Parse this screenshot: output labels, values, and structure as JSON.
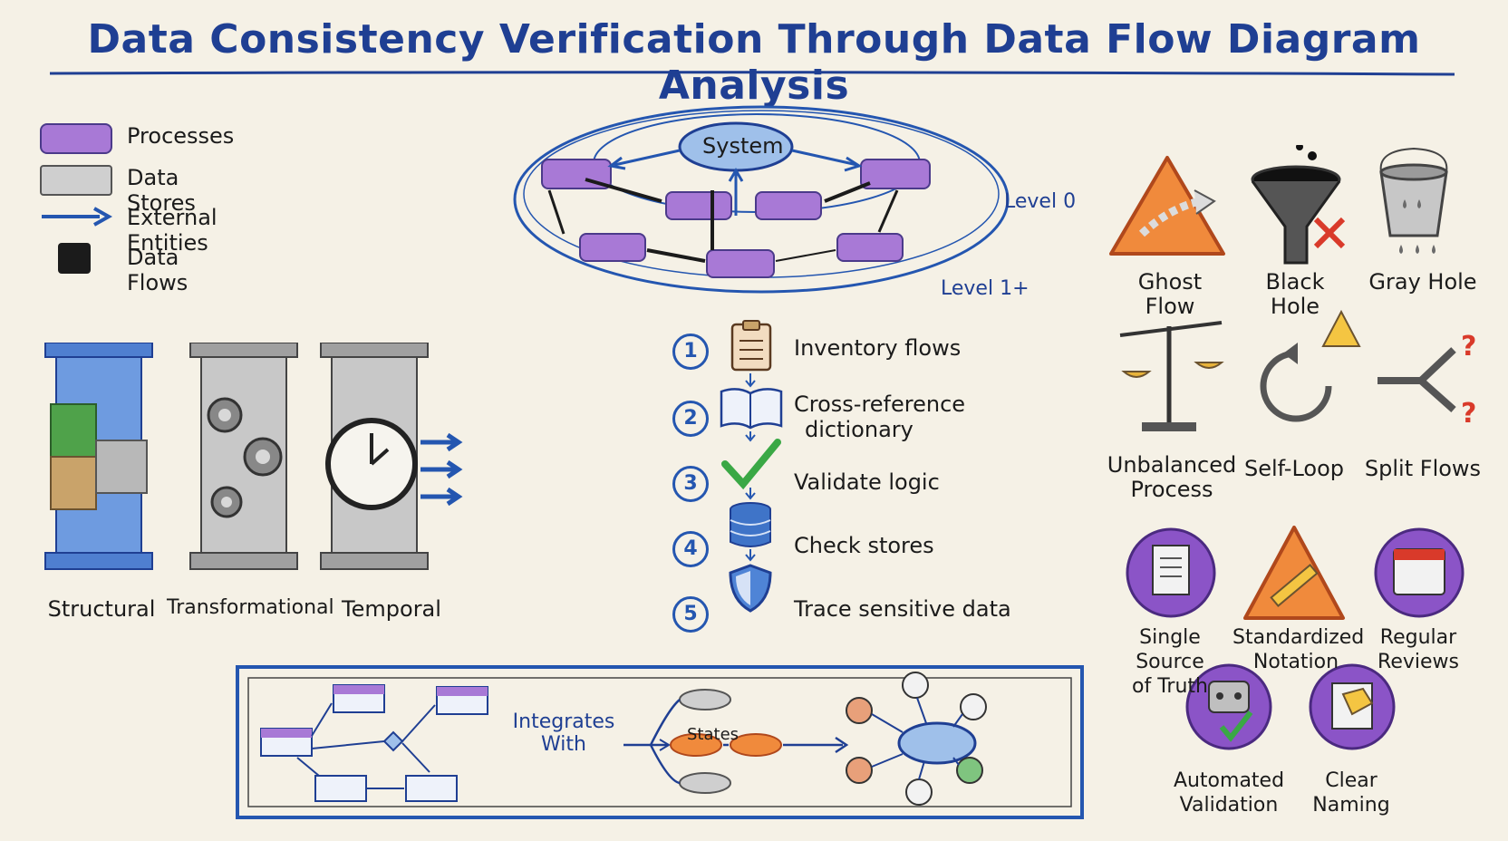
{
  "title": "Data Consistency Verification Through Data Flow Diagram Analysis",
  "legend": [
    {
      "key": "processes",
      "label": "Processes"
    },
    {
      "key": "stores",
      "label": "Data Stores"
    },
    {
      "key": "entities",
      "label": "External Entities"
    },
    {
      "key": "flows",
      "label": "Data Flows"
    }
  ],
  "levels_diagram": {
    "center_label": "System",
    "level0": "Level 0",
    "level1": "Level 1+"
  },
  "pillars": [
    {
      "label": "Structural"
    },
    {
      "label": "Transformational"
    },
    {
      "label": "Temporal"
    }
  ],
  "steps": [
    {
      "num": "1",
      "label": "Inventory flows",
      "icon": "clipboard-icon"
    },
    {
      "num": "2",
      "label_line1": "Cross-reference",
      "label_line2": "dictionary",
      "icon": "book-icon"
    },
    {
      "num": "3",
      "label": "Validate logic",
      "icon": "checkmark-icon"
    },
    {
      "num": "4",
      "label": "Check stores",
      "icon": "database-icon"
    },
    {
      "num": "5",
      "label": "Trace sensitive data",
      "icon": "shield-icon"
    }
  ],
  "anomalies": [
    {
      "line1": "Ghost",
      "line2": "Flow",
      "icon": "warning-triangle-icon"
    },
    {
      "line1": "Black",
      "line2": "Hole",
      "icon": "funnel-icon"
    },
    {
      "line1": "Gray Hole",
      "line2": "",
      "icon": "bucket-icon"
    },
    {
      "line1": "Unbalanced",
      "line2": "Process",
      "icon": "scale-icon"
    },
    {
      "line1": "Self-Loop",
      "line2": "",
      "icon": "loop-icon"
    },
    {
      "line1": "Split Flows",
      "line2": "",
      "icon": "split-arrow-icon"
    }
  ],
  "practices": [
    {
      "line1": "Single Source",
      "line2": "of Truth",
      "icon": "document-icon"
    },
    {
      "line1": "Standardized",
      "line2": "Notation",
      "icon": "ruler-icon"
    },
    {
      "line1": "Regular",
      "line2": "Reviews",
      "icon": "calendar-icon"
    },
    {
      "line1": "Automated",
      "line2": "Validation",
      "icon": "robot-icon"
    },
    {
      "line1": "Clear",
      "line2": "Naming",
      "icon": "tag-icon"
    }
  ],
  "integration": {
    "label_line1": "Integrates",
    "label_line2": "With",
    "states": "States"
  },
  "colors": {
    "title": "#1f3f93",
    "process": "#a879d6",
    "store": "#cfcfcf",
    "flow_arrow": "#2456b0",
    "orange": "#f08a3c",
    "green": "#3aa845"
  }
}
